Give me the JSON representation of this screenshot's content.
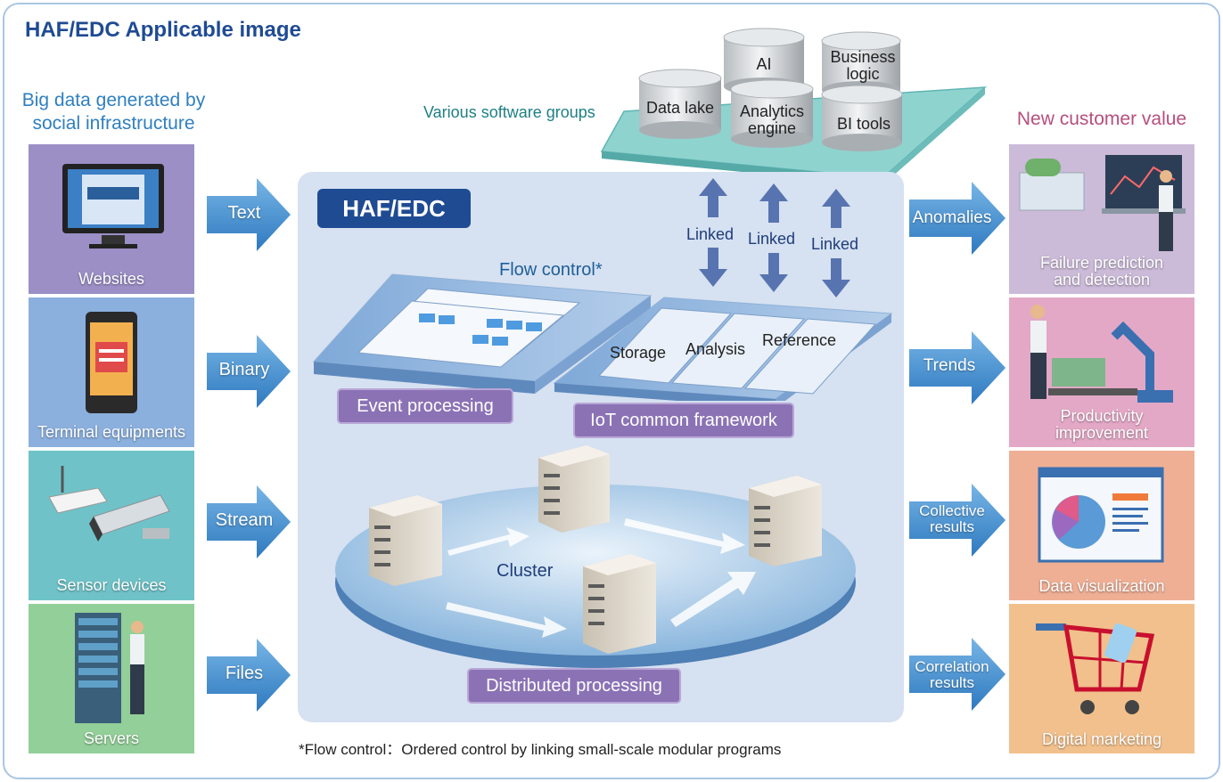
{
  "title": "HAF/EDC Applicable image",
  "left_header": [
    "Big data generated by",
    "social infrastructure"
  ],
  "right_header": "New customer value",
  "software_label": "Various software groups",
  "databases": [
    "AI",
    "Business logic",
    "Data lake",
    "Analytics engine",
    "BI tools"
  ],
  "sources": [
    {
      "label": "Websites",
      "color": "#9b8fc6"
    },
    {
      "label": "Terminal equipments",
      "color": "#8bb0de"
    },
    {
      "label": "Sensor devices",
      "color": "#6fc3c8"
    },
    {
      "label": "Servers",
      "color": "#93cf99"
    }
  ],
  "input_arrows": [
    "Text",
    "Binary",
    "Stream",
    "Files"
  ],
  "haf_title": "HAF/EDC",
  "linked_labels": [
    "Linked",
    "Linked",
    "Linked"
  ],
  "flow_control": "Flow control*",
  "event_processing": "Event processing",
  "iot_framework": "IoT common framework",
  "iot_modules": [
    "Storage",
    "Analysis",
    "Reference"
  ],
  "cluster": "Cluster",
  "distributed": "Distributed processing",
  "output_arrows": [
    [
      "Anomalies"
    ],
    [
      "Trends"
    ],
    [
      "Collective",
      "results"
    ],
    [
      "Correlation",
      "results"
    ]
  ],
  "values": [
    {
      "label": [
        "Failure prediction",
        "and detection"
      ],
      "color": "#cbbad8"
    },
    {
      "label": [
        "Productivity",
        "improvement"
      ],
      "color": "#e3a8c6"
    },
    {
      "label": [
        "Data visualization"
      ],
      "color": "#efaf95"
    },
    {
      "label": [
        "Digital marketing"
      ],
      "color": "#f2c08c"
    }
  ],
  "footnote": "*Flow control：Ordered control by linking small-scale modular programs"
}
